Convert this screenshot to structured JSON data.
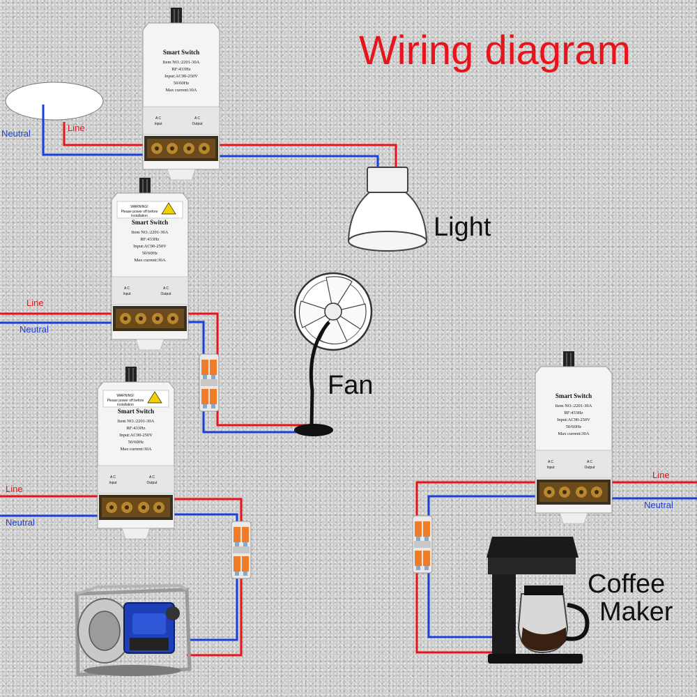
{
  "title": "Wiring diagram",
  "colors": {
    "line": "#e8141b",
    "neutral": "#1c3fd8",
    "title": "#e8141b"
  },
  "source_labels": {
    "top_neutral": "Neutral",
    "top_line": "Line",
    "mid_line": "Line",
    "mid_neutral": "Neutral",
    "lower_line": "Line",
    "lower_neutral": "Neutral",
    "right_line": "Line",
    "right_neutral": "Neutral"
  },
  "devices": {
    "light": "Light",
    "fan": "Fan",
    "coffee_maker_line1": "Coffee",
    "coffee_maker_line2": "Maker"
  },
  "switch": {
    "name": "Smart Switch",
    "item": "Item NO.:2201-30A",
    "rf": "RF:433Hz",
    "input": "Input:AC90-250V",
    "freq": "50/60Hz",
    "current": "Max current:30A",
    "warning": "WARNING!",
    "warning_sub1": "Please power off before",
    "warning_sub2": "installation",
    "input_label": "Input",
    "output_label": "Output",
    "ac": "A C"
  }
}
